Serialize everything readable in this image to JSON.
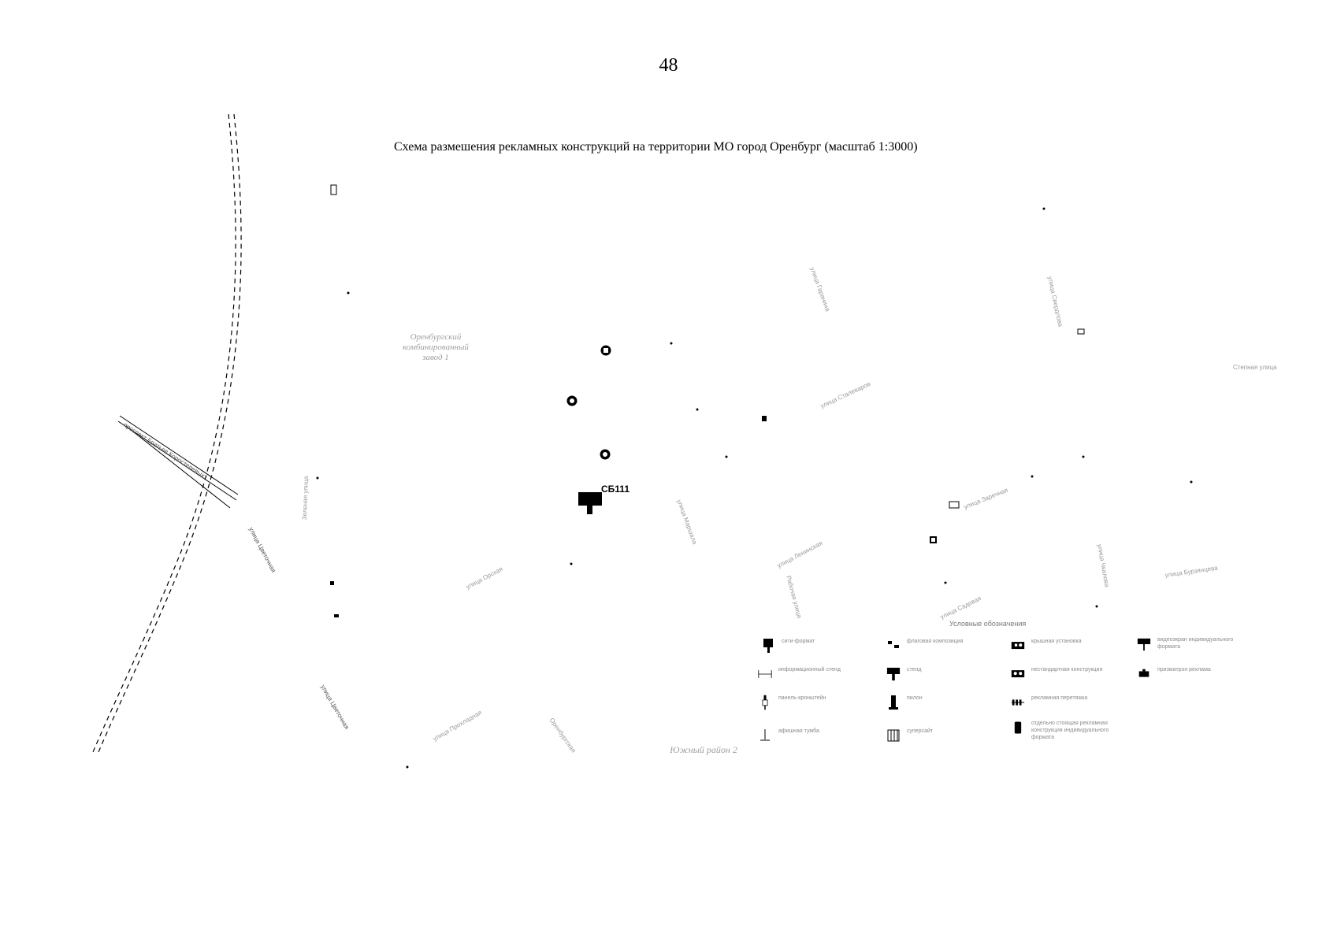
{
  "page_number": "48",
  "title": "Схема размешения рекламных конструкций на территории МО город Оренбург (масштаб 1:3000)",
  "map": {
    "marker": {
      "code": "СБ111",
      "symbol": "billboard-icon"
    },
    "streets": [
      {
        "id": "prospekt",
        "label": "проспект Братьев Коростелевых"
      },
      {
        "id": "ulica-cvetochnaya",
        "label": "улица Цветочная"
      },
      {
        "id": "ulica-cvetochnaya-2",
        "label": "улица Цветочная"
      },
      {
        "id": "ulica-a",
        "label": "Зеленая улица"
      },
      {
        "id": "ulica-b",
        "label": "улица Орская"
      },
      {
        "id": "ulica-c",
        "label": "улица Прохладная"
      },
      {
        "id": "ulica-d",
        "label": "Оренбургская"
      },
      {
        "id": "ulica-e",
        "label": "улица Маршала"
      },
      {
        "id": "ulica-f",
        "label": "улица Сталеваров"
      },
      {
        "id": "ulica-g",
        "label": "улица Гаранина"
      },
      {
        "id": "ulica-h",
        "label": "улица Ленинская"
      },
      {
        "id": "ulica-i",
        "label": "Рабочая улица"
      },
      {
        "id": "ulica-j",
        "label": "улица Садовая"
      },
      {
        "id": "ulica-k",
        "label": "улица Заречная"
      },
      {
        "id": "ulica-l",
        "label": "улица Свердлова"
      },
      {
        "id": "ulica-m",
        "label": "улица Чкалова"
      },
      {
        "id": "ulica-n",
        "label": "улица Бурзянцева"
      },
      {
        "id": "ulica-o",
        "label": "Степная улица"
      }
    ],
    "districts": [
      {
        "id": "district-1",
        "label": "Оренбургский\nкомбинированный\nзавод 1"
      },
      {
        "id": "district-2",
        "label": "Южный район 2"
      }
    ]
  },
  "legend": {
    "title": "Условные обозначения",
    "items": [
      {
        "icon": "billboard-icon",
        "label": "сити-формат"
      },
      {
        "icon": "flag-icon",
        "label": "флаговая композиция"
      },
      {
        "icon": "roof-installation-icon",
        "label": "крышная установка"
      },
      {
        "icon": "video-screen-icon",
        "label": "видеоэкран индивидуального формата"
      },
      {
        "icon": "info-stand-icon",
        "label": "информационный стенд"
      },
      {
        "icon": "stand-icon",
        "label": "стенд"
      },
      {
        "icon": "illuminated-installation-icon",
        "label": "нестандартная конструкция"
      },
      {
        "icon": "advertising-structure-icon",
        "label": "призматрон реклама"
      },
      {
        "icon": "bracket-panel-icon",
        "label": "панель-кронштейн"
      },
      {
        "icon": "pylon-icon",
        "label": "пилон"
      },
      {
        "icon": "banner-stretch-icon",
        "label": "рекламная перетяжка"
      },
      {
        "icon": "column-icon",
        "label": "отдельно стоящая рекламная конструкция индивидуального формата"
      },
      {
        "icon": "poster-tumba-icon",
        "label": "афишная тумба"
      },
      {
        "icon": "super-site-icon",
        "label": "суперсайт"
      }
    ]
  },
  "colors": {
    "road": "#000000",
    "label_gray": "#9a9a9a",
    "marker": "#000000"
  }
}
